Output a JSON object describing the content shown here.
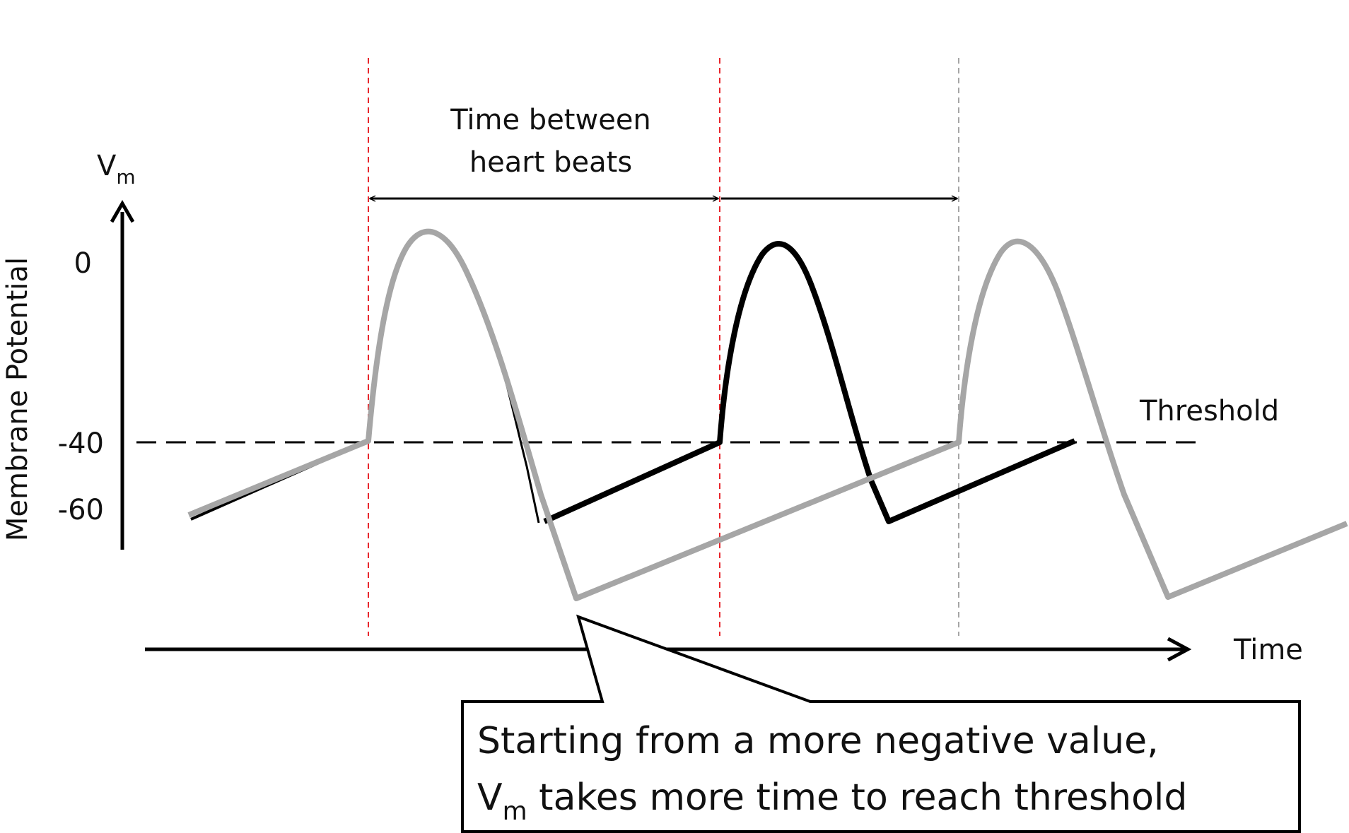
{
  "axes": {
    "y_symbol": "V",
    "y_subscript": "m",
    "y_title": "Membrane Potential",
    "x_title": "Time",
    "y_ticks": [
      "0",
      "-40",
      "-60"
    ]
  },
  "threshold_label": "Threshold",
  "interval_label": {
    "line1": "Time between",
    "line2": "heart beats"
  },
  "callout": {
    "line1": "Starting from a more negative value,",
    "line2_symbol": "V",
    "line2_subscript": "m",
    "line2_rest": " takes more time to reach threshold"
  },
  "colors": {
    "black_trace": "#000000",
    "gray_trace": "#a6a6a6",
    "beat_marker_red": "#e8262c",
    "beat_marker_gray": "#a6a6a6",
    "threshold_line": "#000000"
  }
}
